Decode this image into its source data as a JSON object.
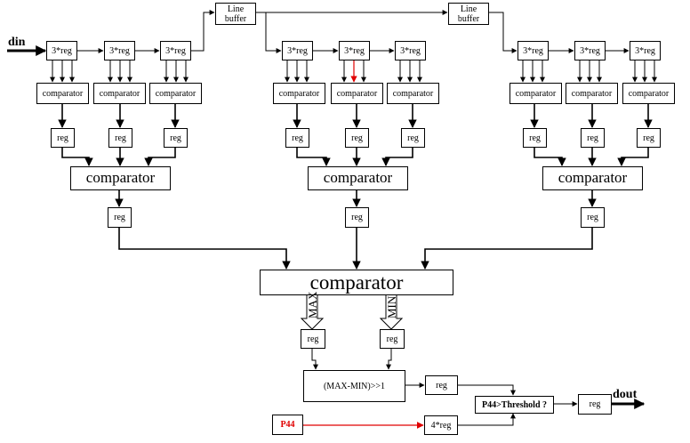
{
  "labels": {
    "din": "din",
    "dout": "dout",
    "reg3": "3*reg",
    "line_buffer": "Line buffer",
    "comparator": "comparator",
    "reg": "reg",
    "max": "MAX",
    "min": "MIN",
    "maxmin": "(MAX-MIN)>>1",
    "p44": "P44",
    "reg4": "4*reg",
    "threshold": "P44>Threshold ?"
  },
  "colors": {
    "line": "#000000",
    "highlight": "#e00000"
  }
}
